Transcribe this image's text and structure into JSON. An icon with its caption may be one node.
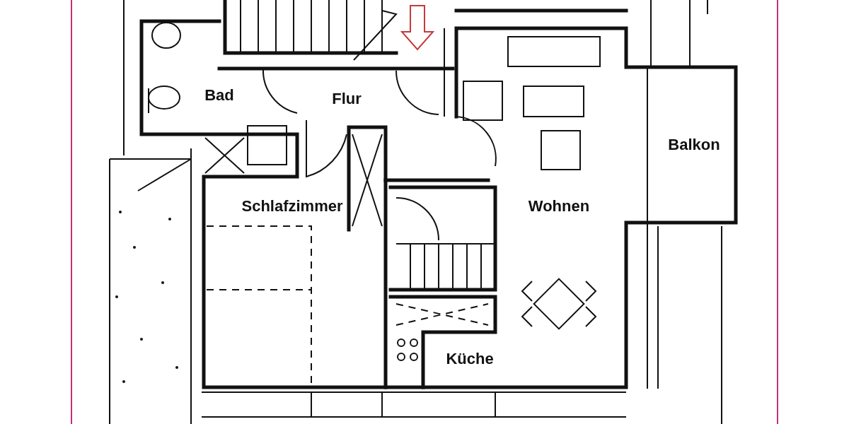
{
  "diagram": {
    "nodes": [
      {
        "text": [
          "Bad"
        ]
      },
      {
        "text": [
          "Flur"
        ]
      },
      {
        "text": [
          "Balkon"
        ]
      },
      {
        "text": [
          "Schlafzimmer"
        ]
      },
      {
        "text": [
          "Wohnen"
        ]
      },
      {
        "text": [
          "Küche"
        ]
      }
    ]
  }
}
